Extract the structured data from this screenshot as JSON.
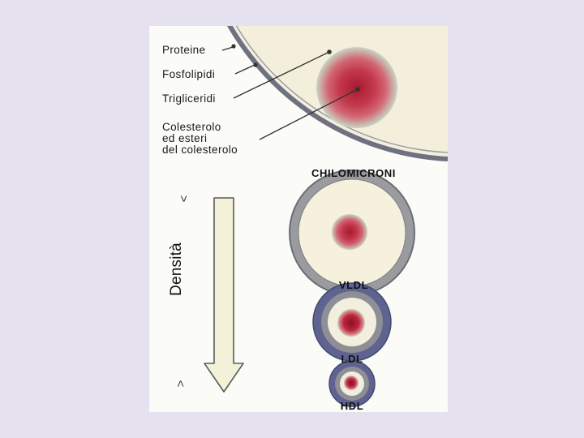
{
  "colors": {
    "shell_line": "#6f7081",
    "membrane_fill": "#f4efda",
    "ring_grey": "#8e8f96",
    "ring_blue": "#5e6390",
    "core_inner": "#a8182f",
    "core_mid": "#d26774",
    "core_outer": "#c8d5c4",
    "arrow_fill": "#f4f1d9"
  },
  "labels": {
    "proteine": "Proteine",
    "fosfolipidi": "Fosfolipidi",
    "trigliceridi": "Trigliceridi",
    "colesterolo": [
      "Colesterolo",
      "ed esteri",
      "del colesterolo"
    ]
  },
  "particles": [
    {
      "name": "CHILOMICRONI"
    },
    {
      "name": "VLDL"
    },
    {
      "name": "LDL"
    },
    {
      "name": "HDL"
    }
  ],
  "axis": {
    "label": "Densità",
    "top_symbol": "<",
    "bottom_symbol": ">"
  }
}
